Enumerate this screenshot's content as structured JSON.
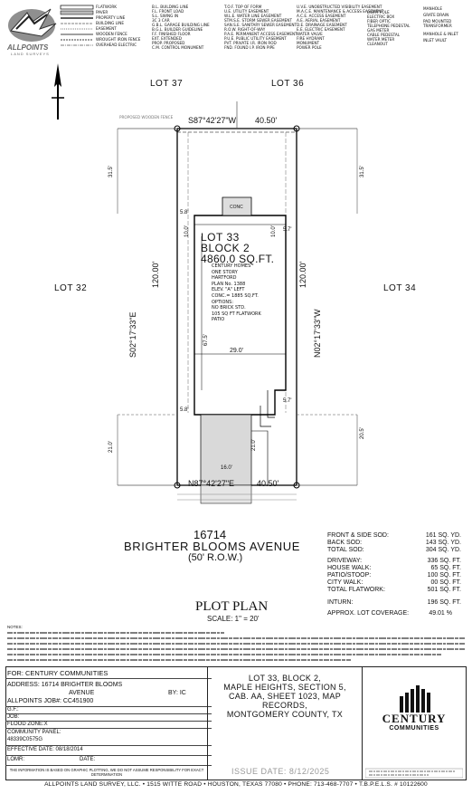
{
  "company": {
    "logo_word": "ALLPOINTS",
    "logo_sub": "LAND SURVEYS"
  },
  "legend": {
    "lines": [
      "FLATWORK",
      "PAVER",
      "PROPERTY LINE",
      "BUILDING LINE",
      "EASEMENT",
      "WOODEN FENCE",
      "WROUGHT IRON FENCE",
      "OVERHEAD ELECTRIC"
    ],
    "abbr1": [
      "B.L. BUILDING LINE",
      "F.L. FRONT LOAD",
      "S.L. SWING IN",
      "3C 3 CAR",
      "G.B.L. GARAGE BUILDING LINE",
      "B.G.L. BUILDER GUIDELINE",
      "F.F. FINISHED FLOOR",
      "EXT. EXTENDED",
      "PROP. PROPOSED",
      "C.M. CONTROL MONUMENT"
    ],
    "abbr2": [
      "T.O.F. TOP OF FORM",
      "U.E. UTILITY EASEMENT",
      "W.L.E. WATER LINE EASEMENT",
      "STM.S.E. STORM SEWER EASEMENT",
      "SAN.S.E. SANITARY SEWER EASEMENT",
      "R.O.W. RIGHT-OF-WAY",
      "P.A.E. PERMANENT ACCESS EASEMENT",
      "P.U.E. PUBLIC UTILITY EASEMENT",
      "PVT. PRIVATE  I.R. IRON ROD",
      "FND. FOUND  I.P. IRON PIPE"
    ],
    "abbr3": [
      "U.V.E. UNOBSTRUCTED VISIBILITY EASEMENT",
      "M.A.C.E. MAINTENANCE & ACCESS EASEMENT",
      "A.C.E. ACCESS EASEMENT",
      "A.E. AERIAL EASEMENT",
      "D.E. DRAINAGE EASEMENT",
      "E.E. ELECTRIC EASEMENT",
      "WATER VALVE",
      "FIRE HYDRANT",
      "MONUMENT",
      "POWER POLE"
    ],
    "symbols": [
      "LIGHT POLE",
      "ELECTRIC BOX",
      "FIBER OPTIC",
      "TELEPHONE PEDESTAL",
      "GAS METER",
      "CABLE PEDESTAL",
      "WATER METER",
      "CLEANOUT"
    ],
    "symbols2": [
      "MANHOLE",
      "GRATE DRAIN",
      "PAD MOUNTED TRANSFORMER",
      "MANHOLE & INLET",
      "INLET VAULT"
    ]
  },
  "plan": {
    "lot_37": "LOT 37",
    "lot_36": "LOT 36",
    "lot_32": "LOT 32",
    "lot_34": "LOT 34",
    "top_bearing": "S87°42'27\"W",
    "top_dist": "40.50'",
    "bottom_bearing": "N87°42'27\"E",
    "bottom_dist": "40.50'",
    "left_bearing": "S02°17'33\"E",
    "left_dist": "120.00'",
    "right_bearing": "N02°17'33\"W",
    "right_dist": "120.00'",
    "fence_note": "PROPOSED WOODEN FENCE",
    "left_offset_top": "31.5'",
    "right_offset_top": "31.5'",
    "left_offset_bottom": "21.0'",
    "right_offset_bottom": "20.5'",
    "dim_58_top": "5.8'",
    "dim_58_bottom": "5.8'",
    "dim_57_top": "5.7'",
    "dim_57_bottom": "5.7'",
    "dim_10a": "10.0'",
    "dim_10b": "10.0'",
    "dim_width": "29.0'",
    "dim_depth": "67.5'",
    "dim_drive_a": "21.0'",
    "dim_drive_b": "16.0'",
    "conc": "CONC",
    "lot_title": "LOT 33",
    "block_title": "BLOCK 2",
    "area_title": "4860.0 SQ.FT.",
    "house_notes": [
      "CENTURY HOMES",
      "ONE STORY",
      "HARTFORD",
      "PLAN No. 1388",
      "ELEV. \"A\" LEFT",
      "CONC.= 1885 SQ.FT.",
      "OPTIONS:",
      "NO BRICK STD.",
      "105 SQ FT FLATWORK",
      "PATIO"
    ]
  },
  "street": {
    "number": "16714",
    "name": "BRIGHTER BLOOMS AVENUE",
    "row": "(50' R.O.W.)"
  },
  "summary": [
    {
      "label": "FRONT & SIDE SOD:",
      "value": "161 SQ. YD."
    },
    {
      "label": "BACK SOD:",
      "value": "143 SQ. YD."
    },
    {
      "label": "TOTAL SOD:",
      "value": "304 SQ. YD."
    },
    {
      "label": "DRIVEWAY:",
      "value": "336 SQ. FT."
    },
    {
      "label": "HOUSE WALK:",
      "value": "65 SQ. FT."
    },
    {
      "label": "PATIO/STOOP:",
      "value": "100 SQ. FT."
    },
    {
      "label": "CITY WALK:",
      "value": "00 SQ. FT."
    },
    {
      "label": "TOTAL FLATWORK:",
      "value": "501 SQ. FT."
    },
    {
      "label": "INTURN:",
      "value": "196 SQ. FT."
    },
    {
      "label": "APPROX. LOT COVERAGE:",
      "value": "49.01 %"
    }
  ],
  "plot_title": "PLOT PLAN",
  "scale": "SCALE: 1\" = 20'",
  "notes_label": "NOTES:",
  "form": {
    "for": "FOR: CENTURY COMMUNITIES",
    "address_1": "ADDRESS: 16714 BRIGHTER BLOOMS",
    "address_2": "AVENUE",
    "by": "BY: IC",
    "job_no": "ALLPOINTS JOB#: CC451900",
    "gf": "G.F.:",
    "job": "JOB:",
    "flood": "FLOOD ZONE:X",
    "panel_label": "COMMUNITY PANEL:",
    "panel_value": "48339C0575G",
    "effective": "EFFECTIVE DATE: 08/18/2014",
    "lomr": "LOMR:",
    "date": "DATE:",
    "disclaimer": "THE INFORMATION IS BASED ON GRAPHIC PLOTTING, WE DO NOT ASSUME RESPONSIBILITY FOR EXACT DETERMINATION"
  },
  "legal": {
    "line1": "LOT 33, BLOCK 2,",
    "line2": "MAPLE HEIGHTS, SECTION 5,",
    "line3": "CAB. AA, SHEET 1023, MAP RECORDS,",
    "line4": "MONTGOMERY COUNTY, TX",
    "issue": "ISSUE DATE: 8/12/2025"
  },
  "brand": {
    "name": "CENTURY",
    "sub": "COMMUNITIES"
  },
  "footer": "ALLPOINTS LAND SURVEY, LLC. • 1515 WITTE ROAD • HOUSTON, TEXAS 77080 • PHONE: 713-468-7707 • T.B.P.E.L.S. # 10122600"
}
